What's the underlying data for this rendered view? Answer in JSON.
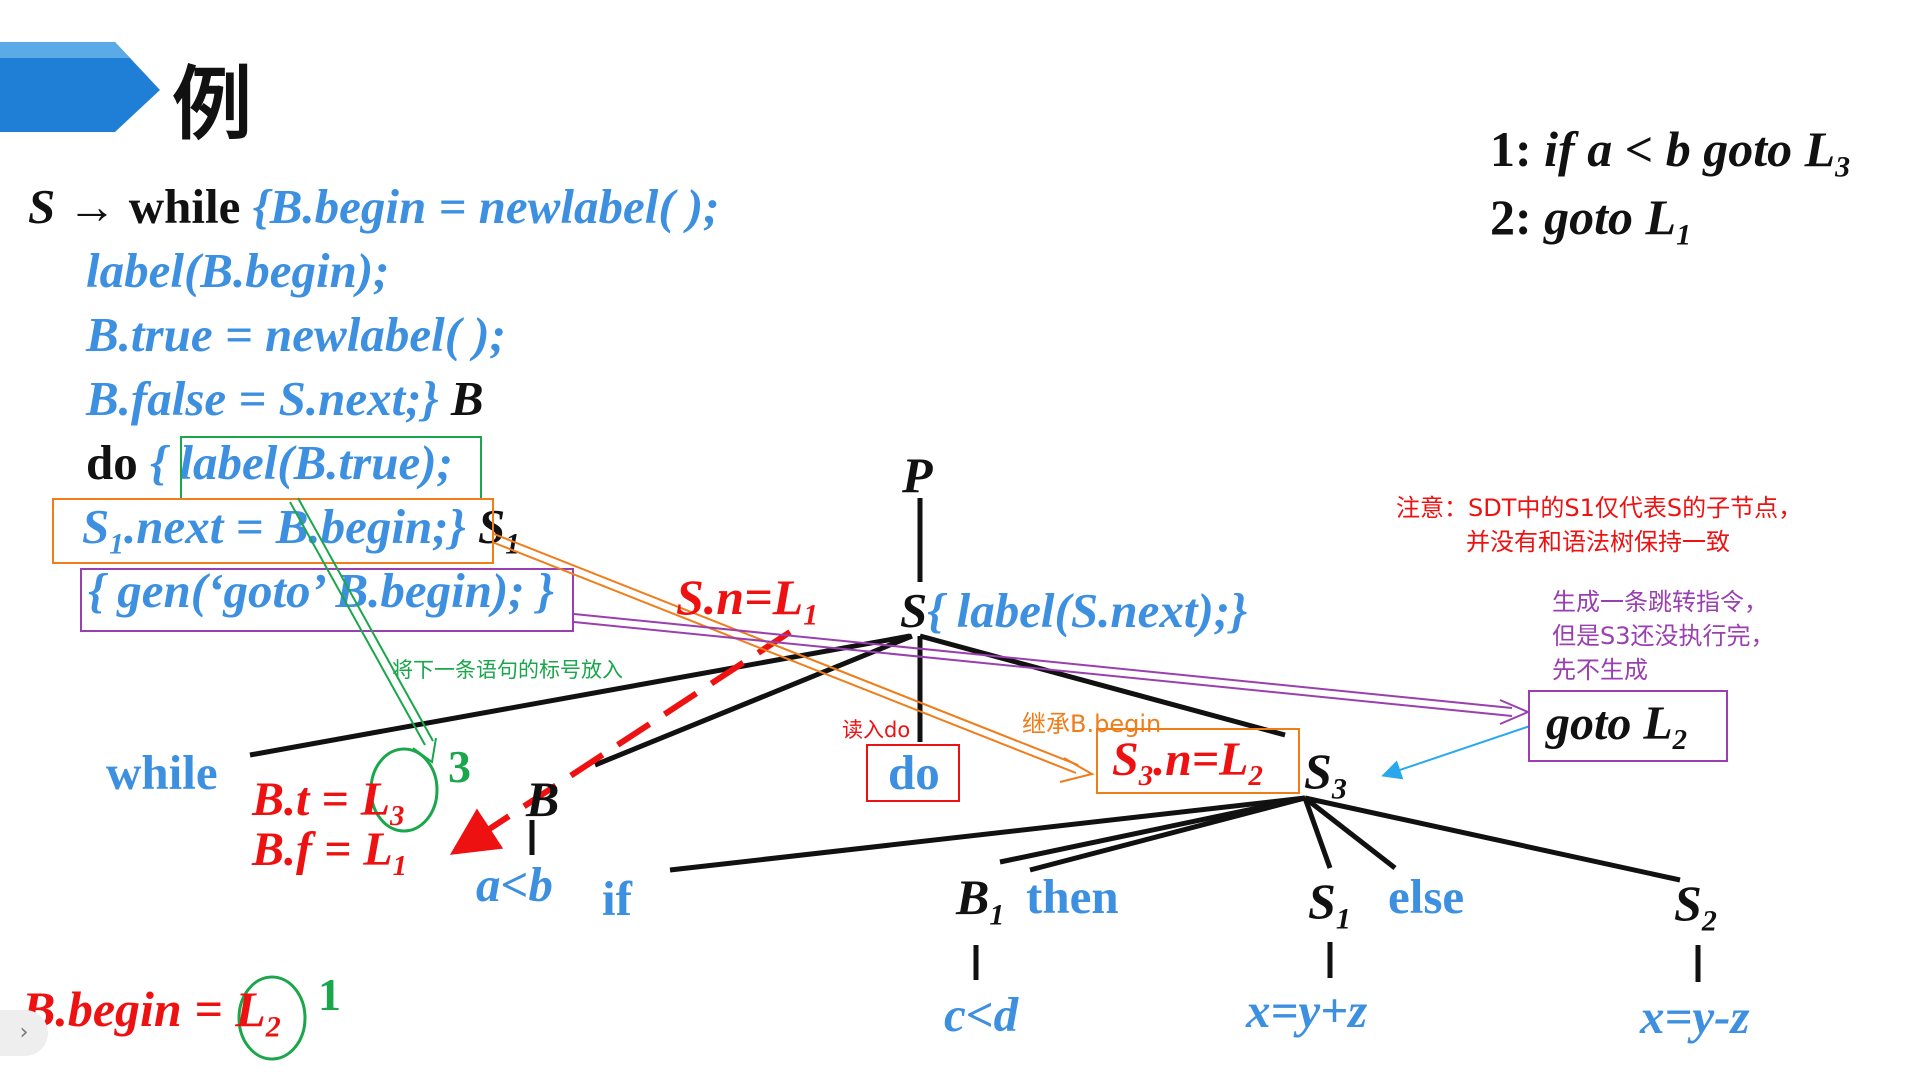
{
  "slide": {
    "title": "例",
    "header_colors": {
      "banner": "#1f7fd6",
      "banner_light": "#5aaae8"
    }
  },
  "top_right": {
    "line1": {
      "num": "1:",
      "text": "if a < b  goto L",
      "sub": "3"
    },
    "line2": {
      "num": "2:",
      "text": "goto L",
      "sub": "1"
    }
  },
  "sdt": {
    "lhs": "S",
    "arrow": "→",
    "kw_while": "while",
    "l1": "{B.begin = newlabel( );",
    "l2": "label(B.begin);",
    "l3": "B.true = newlabel( );",
    "l4": "B.false = S.next;}",
    "l4_sym": "B",
    "kw_do": "do",
    "l5_brace": "{",
    "l5_boxed": "label(B.true)",
    "l5_tail": ";",
    "l6_s": "S",
    "l6_sub": "1",
    "l6_rest": ".next = B.begin;}",
    "l6_sym": "S",
    "l6_sym_sub": "1",
    "l7": "{ gen(‘goto’ B.begin);",
    "l7_close": "}"
  },
  "tree": {
    "P": "P",
    "S": "S",
    "S_action": "{ label(S.next);}",
    "while": "while",
    "B": "B",
    "do": "do",
    "S3": "S",
    "S3_sub": "3",
    "a_lt_b": "a<b",
    "if": "if",
    "B1": "B",
    "B1_sub": "1",
    "then": "then",
    "S1": "S",
    "S1_sub": "1",
    "else": "else",
    "S2": "S",
    "S2_sub": "2",
    "c_lt_d": "c<d",
    "xyz1": "x=y+z",
    "xyz2": "x=y-z"
  },
  "annotations": {
    "Sn": "S.n=L",
    "Sn_sub": "1",
    "Bt": "B.t = ",
    "Bt_L": "L",
    "Bt_sub": "3",
    "Bf": "B.f = L",
    "Bf_sub": "1",
    "three": "3",
    "S3n": "S",
    "S3n_sub": "3",
    "S3n_rest": ".n=L",
    "S3n_sub2": "2",
    "goto_L2": "goto L",
    "goto_L2_sub": "2",
    "Bbegin": "B.begin =",
    "Bbegin_L": "L",
    "Bbegin_sub": "2",
    "one": "1",
    "note_red_1": "注意：SDT中的S1仅代表S的子节点，",
    "note_red_2": "并没有和语法树保持一致",
    "note_purple_1": "生成一条跳转指令，",
    "note_purple_2": "但是S3还没执行完，",
    "note_purple_3": "先不生成",
    "note_green": "将下一条语句的标号放入",
    "note_red_do": "读入do",
    "note_orange": "继承B.begin"
  }
}
